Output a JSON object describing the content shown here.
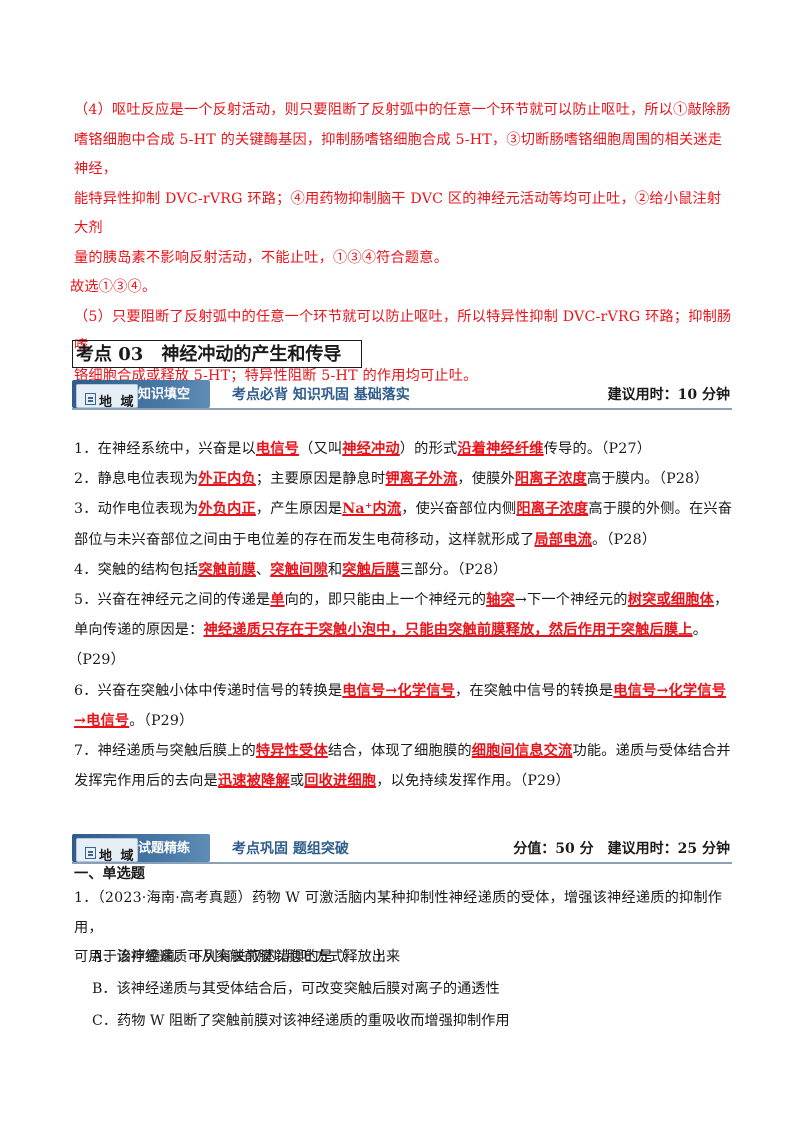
{
  "top_answer": {
    "p4": [
      "（4）呕吐反应是一个反射活动，则只要阻断了反射弧中的任意一个环节就可以防止呕吐，所以①敲除肠",
      "嗜铬细胞中合成 5-HT 的关键酶基因，抑制肠嗜铬细胞合成 5-HT，③切断肠嗜铬细胞周围的相关迷走神经，",
      "能特异性抑制 DVC-rVRG 环路；④用药物抑制脑干 DVC 区的神经元活动等均可止吐，②给小鼠注射大剂",
      "量的胰岛素不影响反射活动，不能止吐，①③④符合题意。"
    ],
    "p4_conclusion": "故选①③④。",
    "p5": [
      "（5）只要阻断了反射弧中的任意一个环节就可以防止呕吐，所以特异性抑制 DVC-rVRG 环路；抑制肠嗜",
      "铬细胞合成或释放 5-HT；特异性阻断 5-HT 的作用均可止吐。"
    ]
  },
  "section": {
    "title": "考点 03　神经冲动的产生和传导"
  },
  "bar1": {
    "loc": "地 域",
    "label": "知识填空",
    "mid": "考点必背  知识巩固  基础落实",
    "right": "建议用时：10 分钟"
  },
  "knowledge": {
    "i1": {
      "a": "1．在神经系统中，兴奋是以",
      "b": "电信号",
      "c": "（又叫",
      "d": "神经冲动",
      "e": "）的形式",
      "f": "沿着神经纤维",
      "g": "传导的。（P27）"
    },
    "i2": {
      "a": "2．静息电位表现为",
      "b": "外正内负",
      "c": "；主要原因是静息时",
      "d": "钾离子外流",
      "e": "，使膜外",
      "f": "阳离子浓度",
      "g": "高于膜内。（P28）"
    },
    "i3": {
      "a": "3．动作电位表现为",
      "b": "外负内正",
      "c": "，产生原因是",
      "d": "Na⁺内流",
      "e": "，使兴奋部位内侧",
      "f": "阳离子浓度",
      "g": "高于膜的外侧。在兴奋",
      "h": "部位与未兴奋部位之间由于电位差的存在而发生电荷移动，这样就形成了",
      "i": "局部电流",
      "j": "。（P28）"
    },
    "i4": {
      "a": "4．突触的结构包括",
      "b": "突触前膜",
      "c": "、",
      "d": "突触间隙",
      "e": "和",
      "f": "突触后膜",
      "g": "三部分。（P28）"
    },
    "i5": {
      "a": "5．兴奋在神经元之间的传递是",
      "b": "单",
      "c": "向的，即只能由上一个神经元的",
      "d": "轴突",
      "e": "→下一个神经元的",
      "f": "树突或细胞体",
      "g": "，",
      "h": "单向传递的原因是：",
      "i": "神经递质只存在于突触小泡中，只能由突触前膜释放，然后作用于突触后膜上",
      "j": "。",
      "k": "（P29）"
    },
    "i6": {
      "a": "6．兴奋在突触小体中传递时信号的转换是",
      "b": "电信号→化学信号",
      "c": "，在突触中信号的转换是",
      "d": "电信号→化学信号",
      "e": "→电信号",
      "f": "。（P29）"
    },
    "i7": {
      "a": "7．神经递质与突触后膜上的",
      "b": "特异性受体",
      "c": "结合，体现了细胞膜的",
      "d": "细胞间信息交流",
      "e": "功能。递质与受体结合并",
      "f": "发挥完作用后的去向是",
      "g": "迅速被降解",
      "h": "或",
      "i": "回收进细胞",
      "j": "，以免持续发挥作用。（P29）"
    }
  },
  "bar2": {
    "loc": "地 域",
    "label": "试题精练",
    "mid": "考点巩固  题组突破",
    "right": "分值：50 分　建议用时：25 分钟"
  },
  "questions": {
    "group": "一、单选题",
    "q1_line1": "1．（2023·海南·高考真题）药物 W 可激活脑内某种抑制性神经递质的受体，增强该神经递质的抑制作用，",
    "q1_line2": "可用于治疗癫痫。下列有关叙述错误的是（　　）",
    "optA": "A．该神经递质可从突触前膜以胞吐方式释放出来",
    "optB": "B．该神经递质与其受体结合后，可改变突触后膜对离子的通透性",
    "optC": "C．药物 W 阻断了突触前膜对该神经递质的重吸收而增强抑制作用"
  }
}
